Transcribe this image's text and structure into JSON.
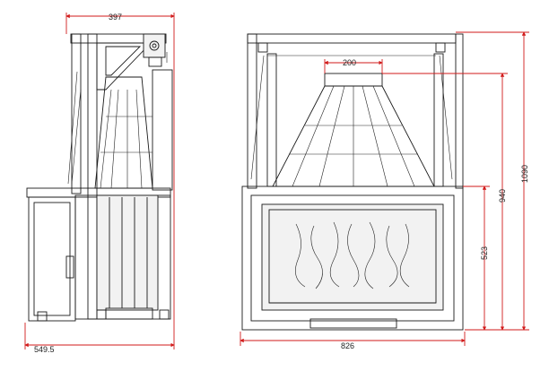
{
  "drawing": {
    "side_view": {
      "top_width_label": "397",
      "bottom_width_label": "549.5"
    },
    "front_view": {
      "outlet_width_label": "200",
      "overall_width_label": "826",
      "overall_height_label": "1090",
      "body_height_label": "940",
      "door_height_label": "523"
    }
  },
  "colors": {
    "dimension_line": "#d11a1a",
    "outline": "#1a1a1a"
  }
}
